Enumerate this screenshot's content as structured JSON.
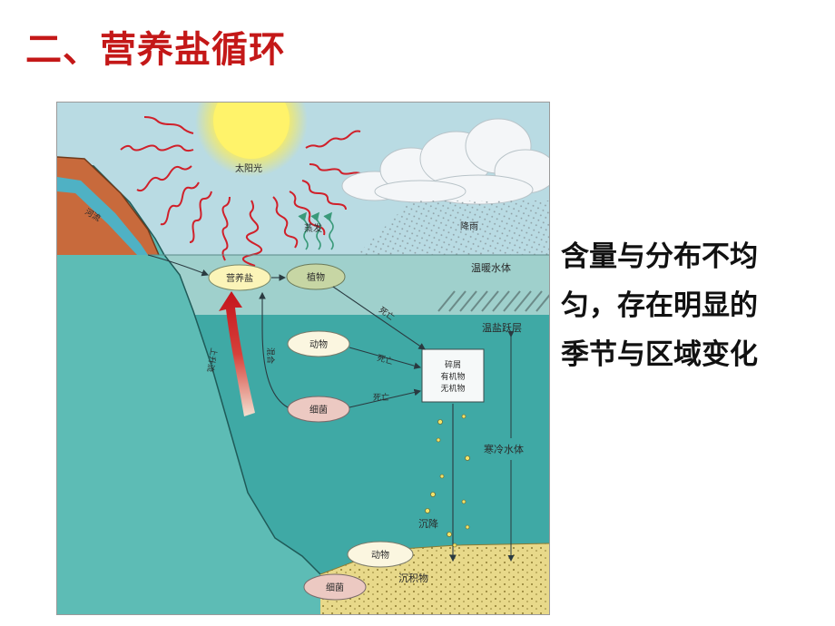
{
  "title": "二、营养盐循环",
  "side_text": [
    "含量与分布不均",
    "匀，存在明显的",
    "季节与区域变化"
  ],
  "diagram": {
    "labels": {
      "sunlight": "太阳光",
      "evaporation": "蒸发",
      "rain": "降雨",
      "warm_water": "温暖水体",
      "thermocline": "温盐跃层",
      "cold_water": "寒冷水体",
      "nutrients": "营养盐",
      "plants": "植物",
      "animals_top": "动物",
      "bacteria_mid": "细菌",
      "detritus": [
        "碎屑",
        "有机物",
        "无机物"
      ],
      "death_1": "死亡",
      "death_2": "死亡",
      "death_3": "死亡",
      "upwelling": "上升流",
      "mixing": "混合",
      "sinking": "沉降",
      "animals_bottom": "动物",
      "bacteria_bottom": "细菌",
      "sediment": "沉积物",
      "runoff": "河流"
    },
    "colors": {
      "sky": "#b9dbe3",
      "warm_water": "#9fd0cc",
      "cold_water": "#3fa9a5",
      "land": "#c86a3c",
      "sun": "#ffe94a",
      "rays": "#d0202a",
      "upwelling_arrow": "#c4141c",
      "sediment": "#e8d98a"
    }
  }
}
